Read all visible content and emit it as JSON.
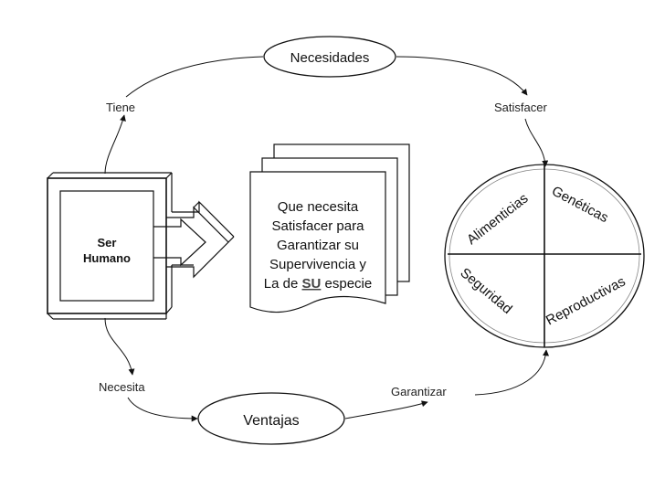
{
  "nodes": {
    "ser_humano": {
      "line1": "Ser",
      "line2": "Humano"
    },
    "necesidades": "Necesidades",
    "ventajas": "Ventajas",
    "document": {
      "lines": [
        "Que necesita",
        "Satisfacer para",
        "Garantizar su",
        "Supervivencia y"
      ],
      "last_prefix": "La de ",
      "last_emphasis": "SU",
      "last_suffix": " especie"
    },
    "circle": {
      "q1": "Alimenticias",
      "q2": "Genéticas",
      "q3": "Seguridad",
      "q4": "Reproductivas"
    }
  },
  "edges": {
    "tiene": "Tiene",
    "satisfacer": "Satisfacer",
    "necesita": "Necesita",
    "garantizar": "Garantizar"
  },
  "colors": {
    "stroke": "#111111",
    "background": "#ffffff",
    "text": "#222222"
  }
}
